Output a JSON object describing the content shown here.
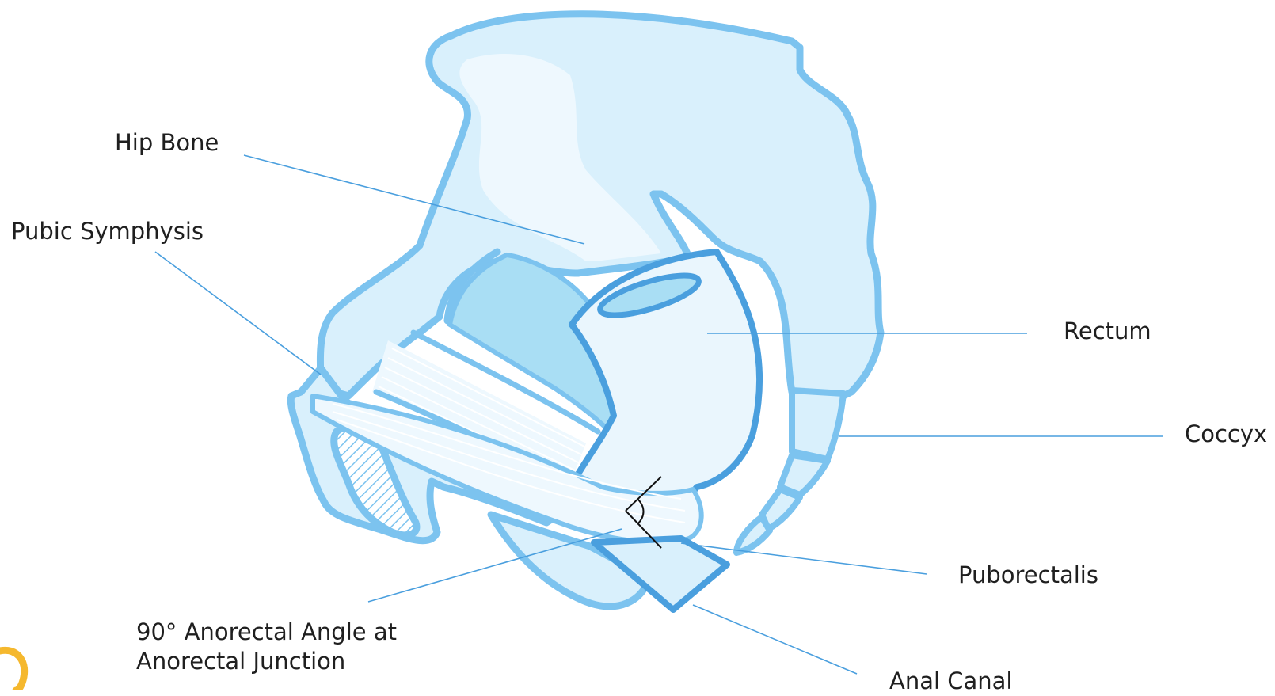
{
  "labels": {
    "hip_bone": "Hip Bone",
    "pubic_symphysis": "Pubic Symphysis",
    "rectum": "Rectum",
    "coccyx": "Coccyx",
    "puborectalis": "Puborectalis",
    "anorectal_angle_line1": "90° Anorectal Angle at",
    "anorectal_angle_line2": "Anorectal Junction",
    "anal_canal": "Anal Canal"
  },
  "colors": {
    "outline": "#7cc3ef",
    "outline_dark": "#4a9fde",
    "bone_fill": "#d9f0fc",
    "bone_light": "#eef8fe",
    "organ_fill": "#a9def4",
    "leader_line": "#4a9fde",
    "text": "#1f1f1f",
    "logo": "#f5b82e"
  }
}
